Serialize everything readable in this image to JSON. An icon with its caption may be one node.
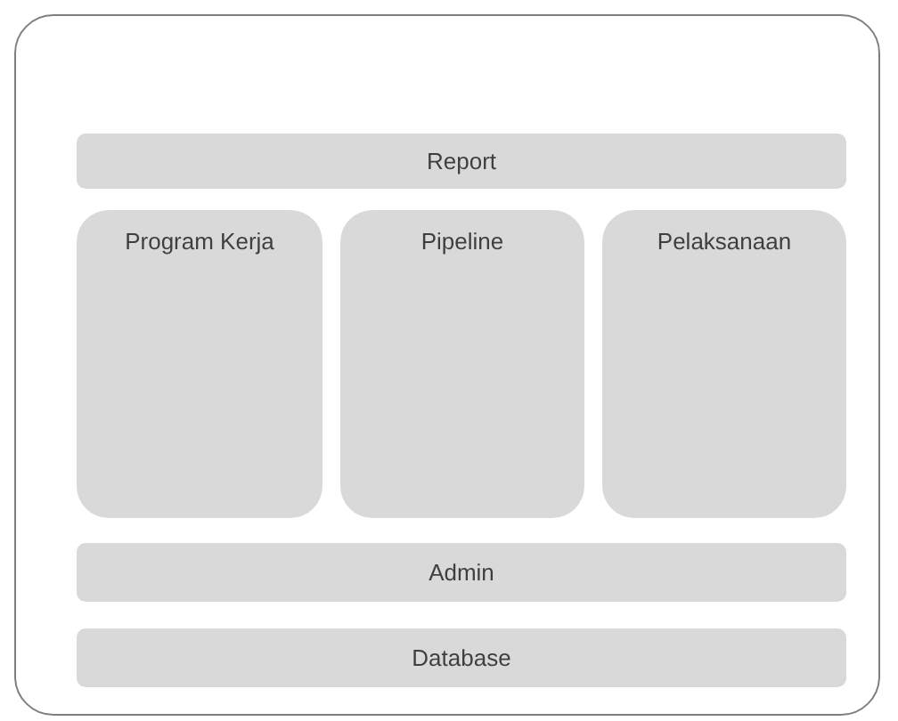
{
  "diagram": {
    "nodes": [
      {
        "text": [],
        "shape": "box"
      },
      {
        "text": [
          "Report"
        ],
        "in": 0
      },
      {
        "text": [
          "Program Kerja"
        ],
        "in": 0
      },
      {
        "text": [
          "Pipeline"
        ],
        "in": 0
      },
      {
        "text": [
          "Pelaksanaan"
        ],
        "in": 0
      },
      {
        "text": [
          "Admin"
        ],
        "in": 0
      },
      {
        "text": [
          "Database"
        ],
        "in": 0
      }
    ]
  }
}
